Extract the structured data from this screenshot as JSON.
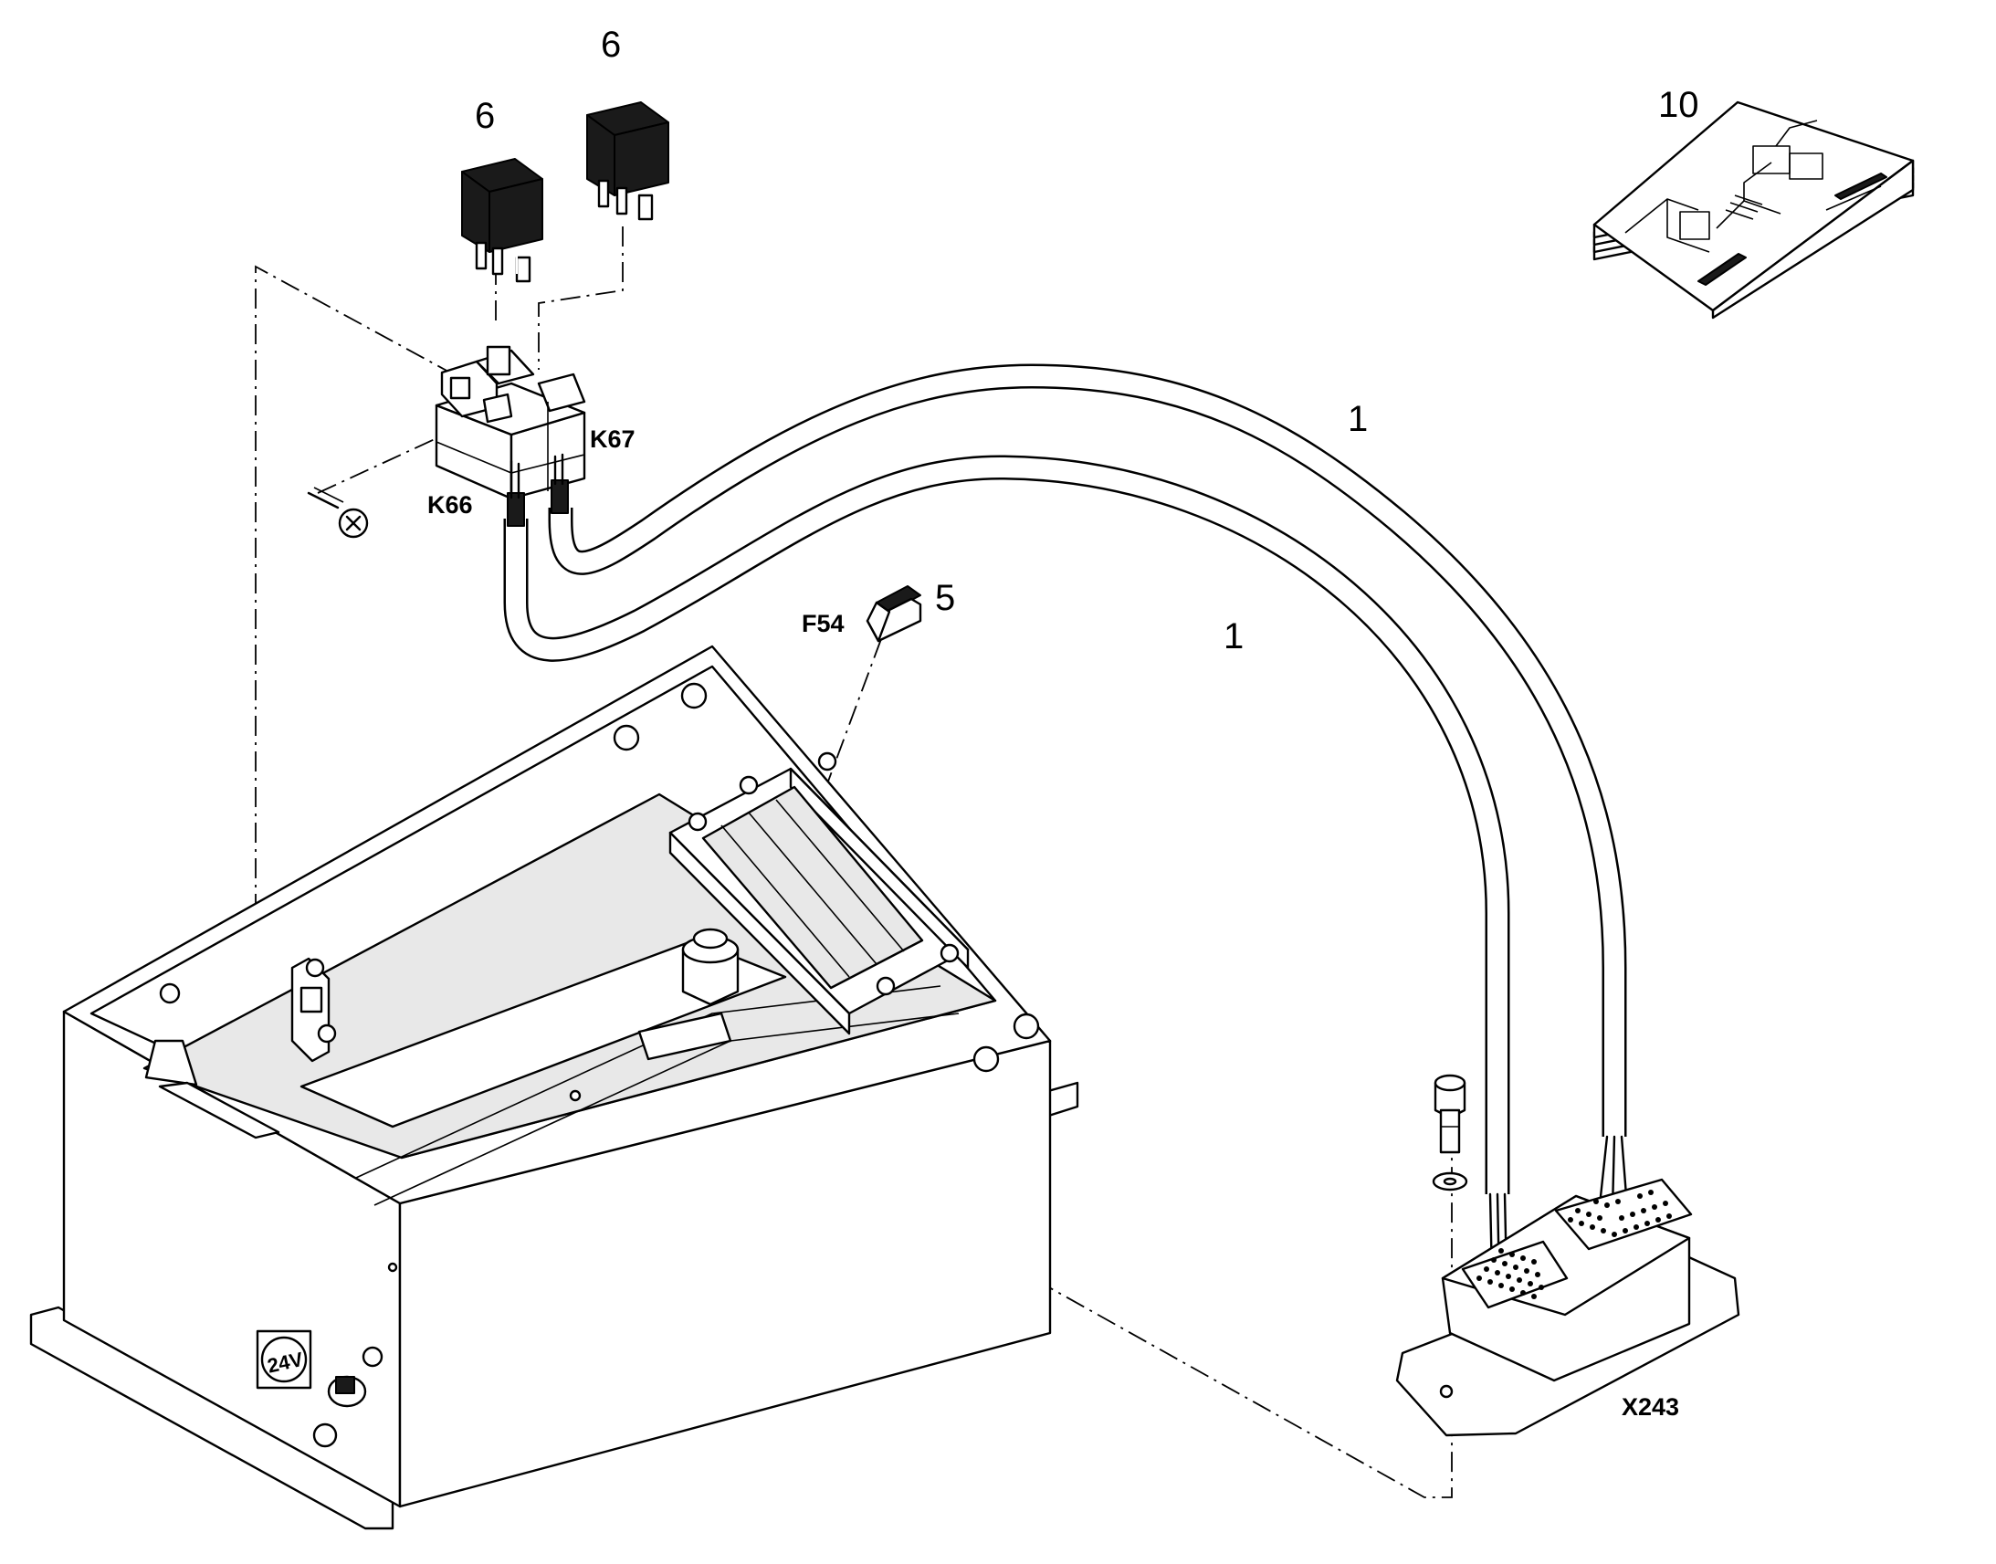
{
  "callouts": {
    "cable_top": "1",
    "cable_bottom": "1",
    "fuse": "5",
    "relay_left": "6",
    "relay_right": "6",
    "manual": "10"
  },
  "labels": {
    "relay_left": "K66",
    "relay_right": "K67",
    "fuse": "F54",
    "connector": "X243",
    "socket": "24V"
  }
}
